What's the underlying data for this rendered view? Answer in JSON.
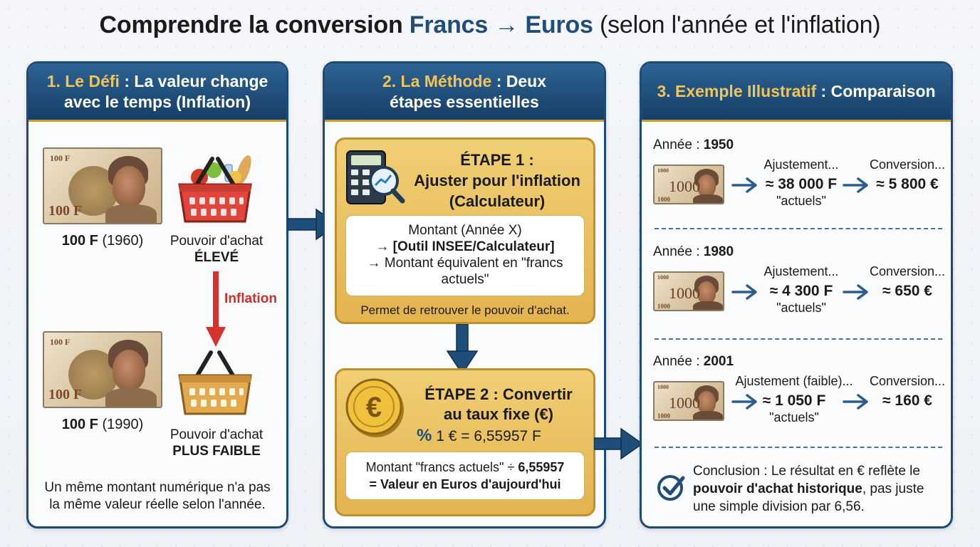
{
  "title": {
    "part1": "Comprendre la conversion ",
    "francs": "Francs",
    "arrow": " → ",
    "euros": "Euros",
    "part2": " (selon l'année et l'inflation)"
  },
  "panel1": {
    "head_gold": "1. Le Défi",
    "head_rest_line1": " : La valeur change",
    "head_line2": "avec le temps (Inflation)",
    "note_top": {
      "denom": "100 F",
      "label_bold": "100 F",
      "label_year": " (1960)"
    },
    "basket_top": {
      "label": "Pouvoir d'achat",
      "level": "ÉLEVÉ"
    },
    "inflation_label": "Inflation",
    "note_bottom": {
      "denom": "100 F",
      "label_bold": "100 F",
      "label_year": " (1990)"
    },
    "basket_bottom": {
      "label": "Pouvoir d'achat",
      "level": "PLUS FAIBLE"
    },
    "footer_line1": "Un même montant numérique n'a pas",
    "footer_line2": "la même valeur réelle selon l'année."
  },
  "panel2": {
    "head_gold": "2. La Méthode",
    "head_rest_line1": " : Deux",
    "head_line2": "étapes essentielles",
    "step1": {
      "title_line1": "ÉTAPE 1 :",
      "title_line2": "Ajuster pour l'inflation",
      "title_line3": "(Calculateur)",
      "box_line1": "Montant (Année X)",
      "box_line2": "→ [Outil INSEE/Calculateur]",
      "box_line3": "→ Montant équivalent en \"francs",
      "box_line4": "actuels\"",
      "footer": "Permet de retrouver le pouvoir d'achat."
    },
    "step2": {
      "title_line1": "ÉTAPE 2 : Convertir",
      "title_line2": "au taux fixe (€)",
      "rate": "1 € = 6,55957 F",
      "box_line1_a": "Montant \"francs actuels\" ÷ ",
      "box_line1_b": "6,55957",
      "box_line2": "= Valeur en Euros d'aujourd'hui"
    }
  },
  "panel3": {
    "head_gold": "3. Exemple Illustratif",
    "head_rest": " : Comparaison",
    "examples": [
      {
        "year_label": "Année : ",
        "year": "1950",
        "adj_label": "Ajustement...",
        "adj_value": "≈ 38 000 F",
        "adj_sub": "\"actuels\"",
        "conv_label": "Conversion...",
        "conv_value": "≈ 5 800 €"
      },
      {
        "year_label": "Année : ",
        "year": "1980",
        "adj_label": "Ajustement...",
        "adj_value": "≈ 4 300 F",
        "adj_sub": "\"actuels\"",
        "conv_label": "Conversion...",
        "conv_value": "≈ 650 €"
      },
      {
        "year_label": "Année : ",
        "year": "2001",
        "adj_label": "Ajustement (faible)...",
        "adj_value": "≈ 1 050 F",
        "adj_sub": "\"actuels\"",
        "conv_label": "Conversion...",
        "conv_value": "≈ 160 €"
      }
    ],
    "note_denom": "1000",
    "conclusion_line1": "Conclusion : Le résultat en € reflète le",
    "conclusion_bold": "pouvoir d'achat historique",
    "conclusion_line2_rest": ", pas juste",
    "conclusion_line3": "une simple division par 6,56."
  },
  "colors": {
    "navy": "#1d4b78",
    "gold": "#f2c457",
    "red_arrow": "#d8322e",
    "step_gold": "#e8bd59"
  }
}
